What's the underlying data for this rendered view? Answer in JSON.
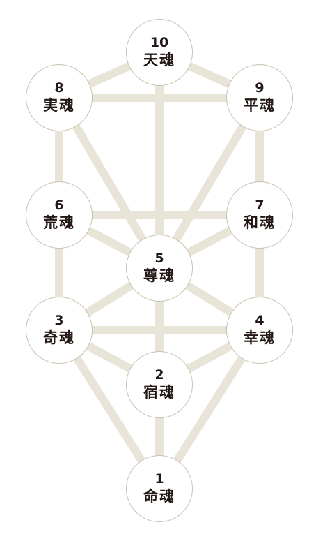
{
  "colors": {
    "path": "#e8e4d8",
    "node_border": "#c9c1b1",
    "node_fill": "#ffffff",
    "text": "#231815"
  },
  "nodes": [
    {
      "id": "10",
      "number": "10",
      "label": "天魂"
    },
    {
      "id": "8",
      "number": "8",
      "label": "実魂"
    },
    {
      "id": "9",
      "number": "9",
      "label": "平魂"
    },
    {
      "id": "6",
      "number": "6",
      "label": "荒魂"
    },
    {
      "id": "7",
      "number": "7",
      "label": "和魂"
    },
    {
      "id": "5",
      "number": "5",
      "label": "尊魂"
    },
    {
      "id": "3",
      "number": "3",
      "label": "奇魂"
    },
    {
      "id": "4",
      "number": "4",
      "label": "幸魂"
    },
    {
      "id": "2",
      "number": "2",
      "label": "宿魂"
    },
    {
      "id": "1",
      "number": "1",
      "label": "命魂"
    }
  ],
  "edges": [
    [
      "10",
      "8"
    ],
    [
      "10",
      "9"
    ],
    [
      "10",
      "5"
    ],
    [
      "8",
      "9"
    ],
    [
      "8",
      "6"
    ],
    [
      "8",
      "5"
    ],
    [
      "9",
      "7"
    ],
    [
      "9",
      "5"
    ],
    [
      "6",
      "7"
    ],
    [
      "6",
      "5"
    ],
    [
      "6",
      "3"
    ],
    [
      "7",
      "5"
    ],
    [
      "7",
      "4"
    ],
    [
      "5",
      "3"
    ],
    [
      "5",
      "4"
    ],
    [
      "5",
      "2"
    ],
    [
      "3",
      "4"
    ],
    [
      "3",
      "2"
    ],
    [
      "3",
      "1"
    ],
    [
      "4",
      "2"
    ],
    [
      "4",
      "1"
    ],
    [
      "2",
      "1"
    ]
  ]
}
